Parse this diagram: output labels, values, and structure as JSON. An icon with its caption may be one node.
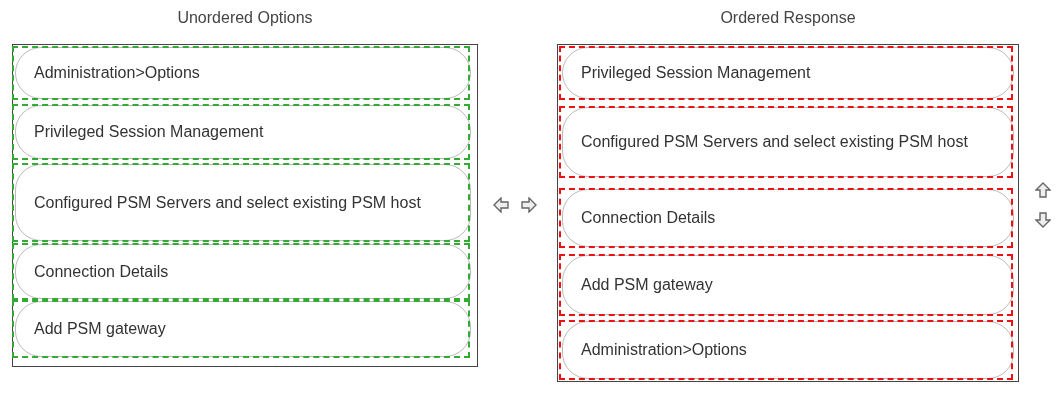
{
  "diagram": {
    "nodes": [
      {
        "text": [
          "Unordered Options"
        ]
      },
      {
        "text": [
          "Administration>Options"
        ],
        "in": 0
      },
      {
        "text": [
          "Privileged Session Management"
        ],
        "in": 0
      },
      {
        "text": [
          "Configured PSM Servers and select existing PSM host"
        ],
        "in": 0
      },
      {
        "text": [
          "Connection Details"
        ],
        "in": 0
      },
      {
        "text": [
          "Add PSM gateway"
        ],
        "in": 0
      },
      {
        "text": [
          "Ordered Response"
        ]
      },
      {
        "text": [
          "Privileged Session Management"
        ],
        "in": 6
      },
      {
        "text": [
          "Configured PSM Servers and select existing PSM host"
        ],
        "in": 6
      },
      {
        "text": [
          "Connection Details"
        ],
        "in": 6
      },
      {
        "text": [
          "Add PSM gateway"
        ],
        "in": 6
      },
      {
        "text": [
          "Administration>Options"
        ],
        "in": 6
      }
    ],
    "edges": []
  }
}
